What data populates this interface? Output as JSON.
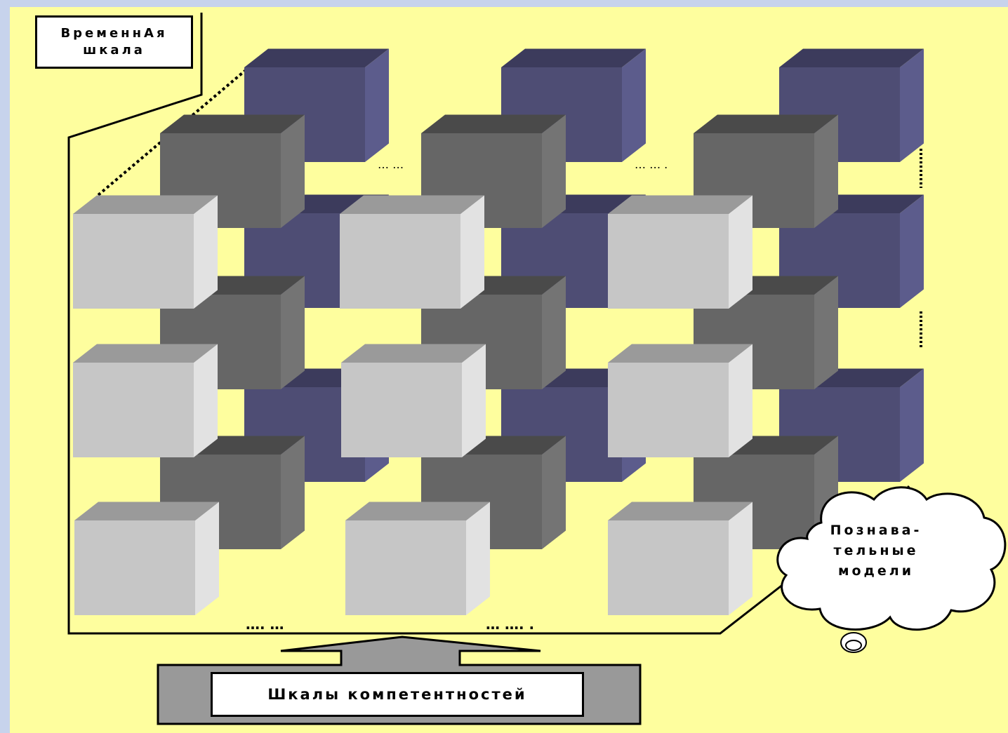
{
  "labels": {
    "time_scale_line1": "ВременнАя",
    "time_scale_line2": "шкала",
    "competence_scales": "Шкалы компетентностей",
    "cognitive_line1": "Познава-",
    "cognitive_line2": "тельные",
    "cognitive_line3": "модели"
  },
  "ellipses": {
    "top_row_gap_1": "… …",
    "top_row_gap_2": "… … .",
    "bottom_gap_1": "…. …",
    "bottom_gap_2": "… …. ."
  },
  "colors": {
    "background_outer": "#c7d3ec",
    "background_panel": "#fefe9e",
    "cube_back": "#4e4d74",
    "cube_middle": "#666666",
    "cube_front": "#c6c6c6",
    "arrow_fill": "#999999"
  },
  "icons": {
    "cloud": "thought-cloud-icon",
    "arrow": "up-arrow-icon"
  }
}
